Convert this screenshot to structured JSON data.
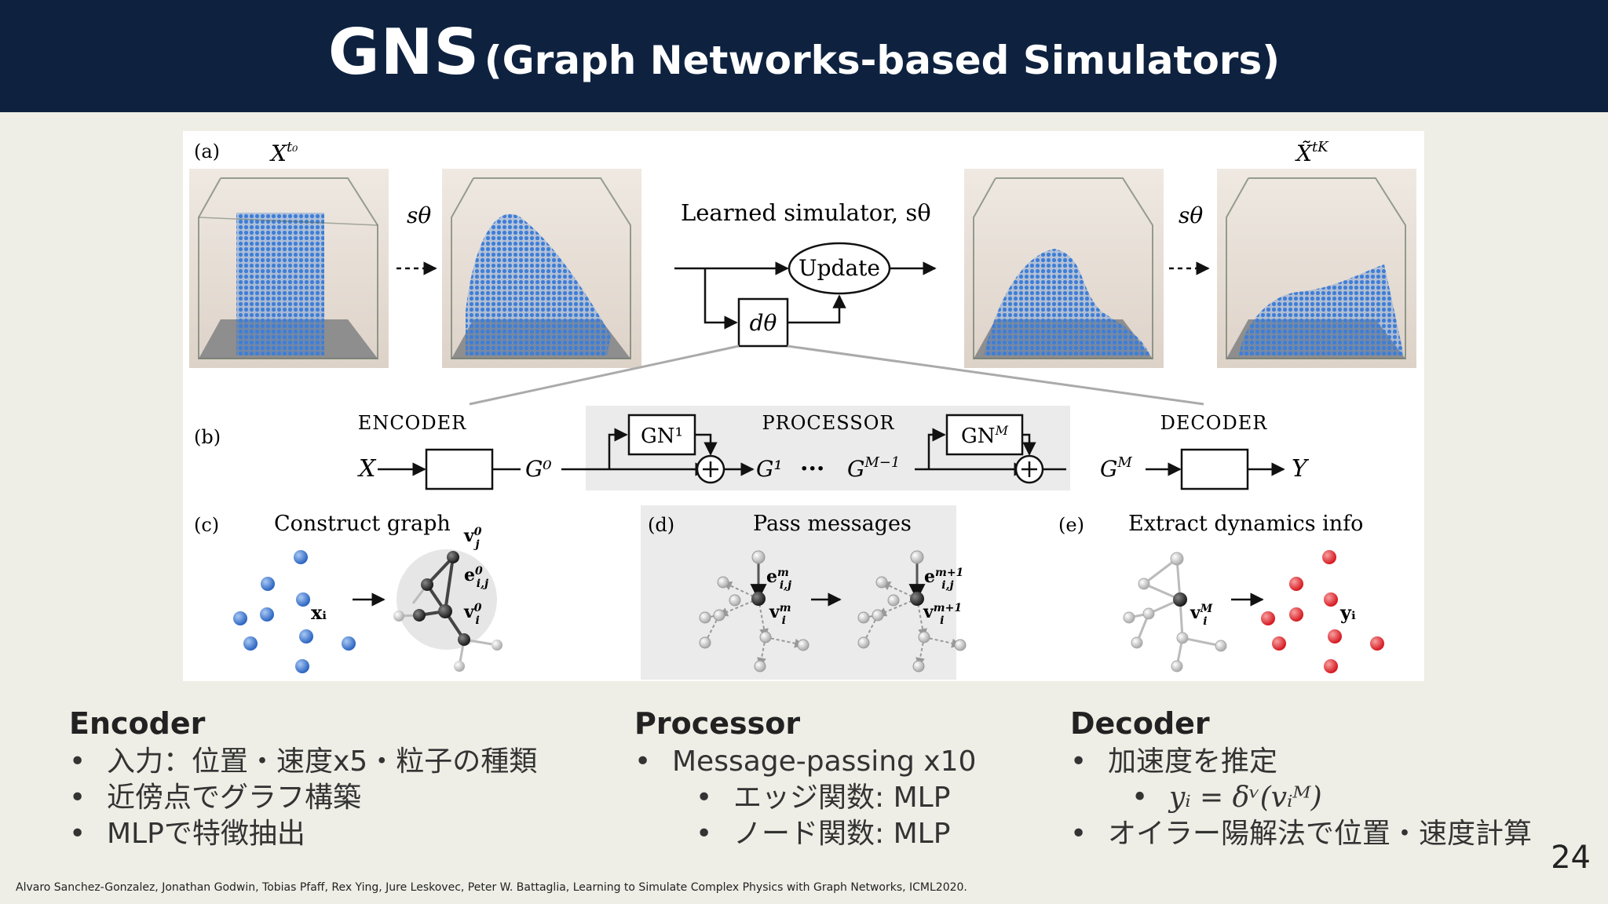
{
  "header": {
    "title_main": "GNS",
    "title_sub": "(Graph Networks-based Simulators)"
  },
  "figure": {
    "label_a": "(a)",
    "label_b": "(b)",
    "label_c": "(c)",
    "label_d": "(d)",
    "label_e": "(e)",
    "x_t0": "X",
    "x_t0_sup": "t₀",
    "x_tk": "X̃",
    "x_tk_sup": "tK",
    "s_theta": "sθ",
    "learned_simulator": "Learned simulator, sθ",
    "update": "Update",
    "d_theta": "dθ",
    "encoder": "ENCODER",
    "processor": "PROCESSOR",
    "decoder": "DECODER",
    "gn1": "GN¹",
    "gnm": "GN",
    "gnm_sup": "M",
    "x": "X",
    "y": "Y",
    "g0": "G⁰",
    "g1": "G¹",
    "dots": "···",
    "gm_minus1": "G",
    "gm_minus1_sup": "M−1",
    "gm": "G",
    "gm_sup": "M",
    "construct_graph": "Construct graph",
    "pass_messages": "Pass messages",
    "extract_dynamics": "Extract dynamics info",
    "xi": "xᵢ",
    "yi": "yᵢ",
    "vj0": "v",
    "eij0": "e",
    "vi0": "v",
    "viM": "v",
    "eijm": "e",
    "vim": "v"
  },
  "encoder": {
    "heading": "Encoder",
    "items": [
      "入力：位置・速度x5・粒子の種類",
      "近傍点でグラフ構築",
      "MLPで特徴抽出"
    ]
  },
  "processor": {
    "heading": "Processor",
    "item": "Message-passing x10",
    "subitems": [
      "エッジ関数: MLP",
      "ノード関数: MLP"
    ]
  },
  "decoder": {
    "heading": "Decoder",
    "item1": "加速度を推定",
    "formula": "yᵢ = δᵛ(vᵢᴹ)",
    "item2": "オイラー陽解法で位置・速度計算"
  },
  "page_number": "24",
  "citation": "Alvaro Sanchez-Gonzalez, Jonathan Godwin, Tobias Pfaff, Rex Ying, Jure Leskovec, Peter W. Battaglia, Learning to Simulate Complex Physics with Graph Networks, ICML2020.",
  "colors": {
    "header_bg": "#0e2240",
    "slide_bg": "#eeeee6",
    "particle_blue": "#3f7fd6",
    "particle_red": "#e0282e"
  }
}
